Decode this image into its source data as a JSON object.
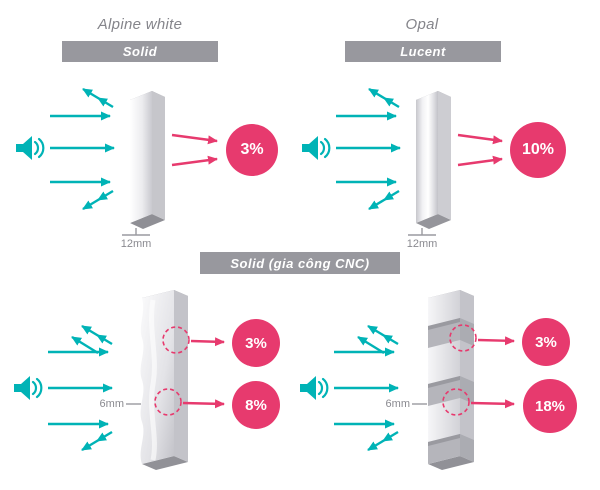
{
  "top_left": {
    "material": "Alpine white",
    "type": "Solid",
    "transmission": "3%",
    "thickness": "12mm"
  },
  "top_right": {
    "material": "Opal",
    "type": "Lucent",
    "transmission": "10%",
    "thickness": "12mm"
  },
  "bottom": {
    "section_title": "Solid (gia công CNC)",
    "left": {
      "transmission_top": "3%",
      "transmission_bottom": "8%",
      "thickness": "6mm"
    },
    "right": {
      "transmission_top": "3%",
      "transmission_bottom": "18%",
      "thickness": "6mm"
    }
  },
  "colors": {
    "teal": "#00b3b6",
    "pink": "#e73a6e",
    "bar_gray": "#98989e",
    "panel_light": "#ececef",
    "panel_shadow": "#c3c3c9"
  },
  "icons": {
    "sound_source": "speaker-icon"
  }
}
